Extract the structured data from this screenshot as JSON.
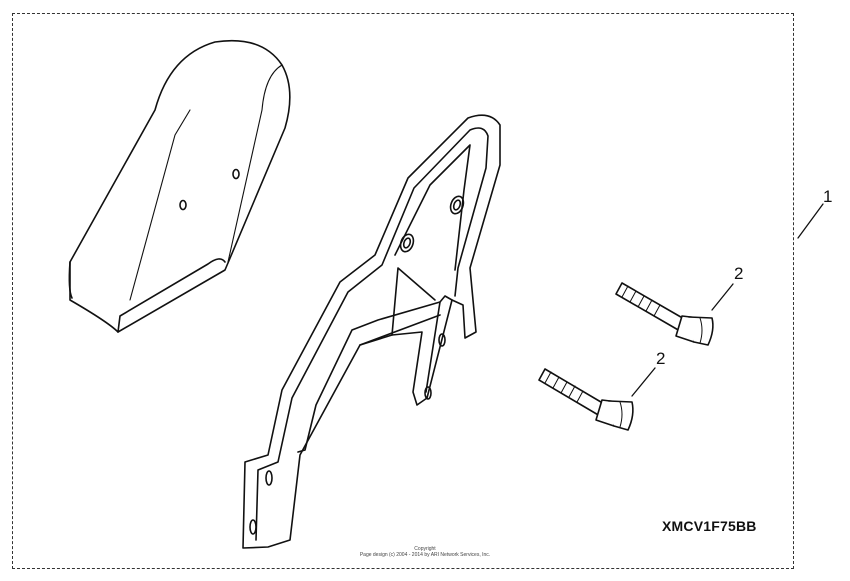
{
  "diagram": {
    "code": "XMCV1F75BB",
    "callouts": {
      "kit": "1",
      "bolt_upper": "2",
      "bolt_lower": "2"
    },
    "copyright": {
      "line1": "Copyright",
      "line2": "Page design (c) 2004 - 2014 by ARI Network Services, Inc."
    }
  }
}
